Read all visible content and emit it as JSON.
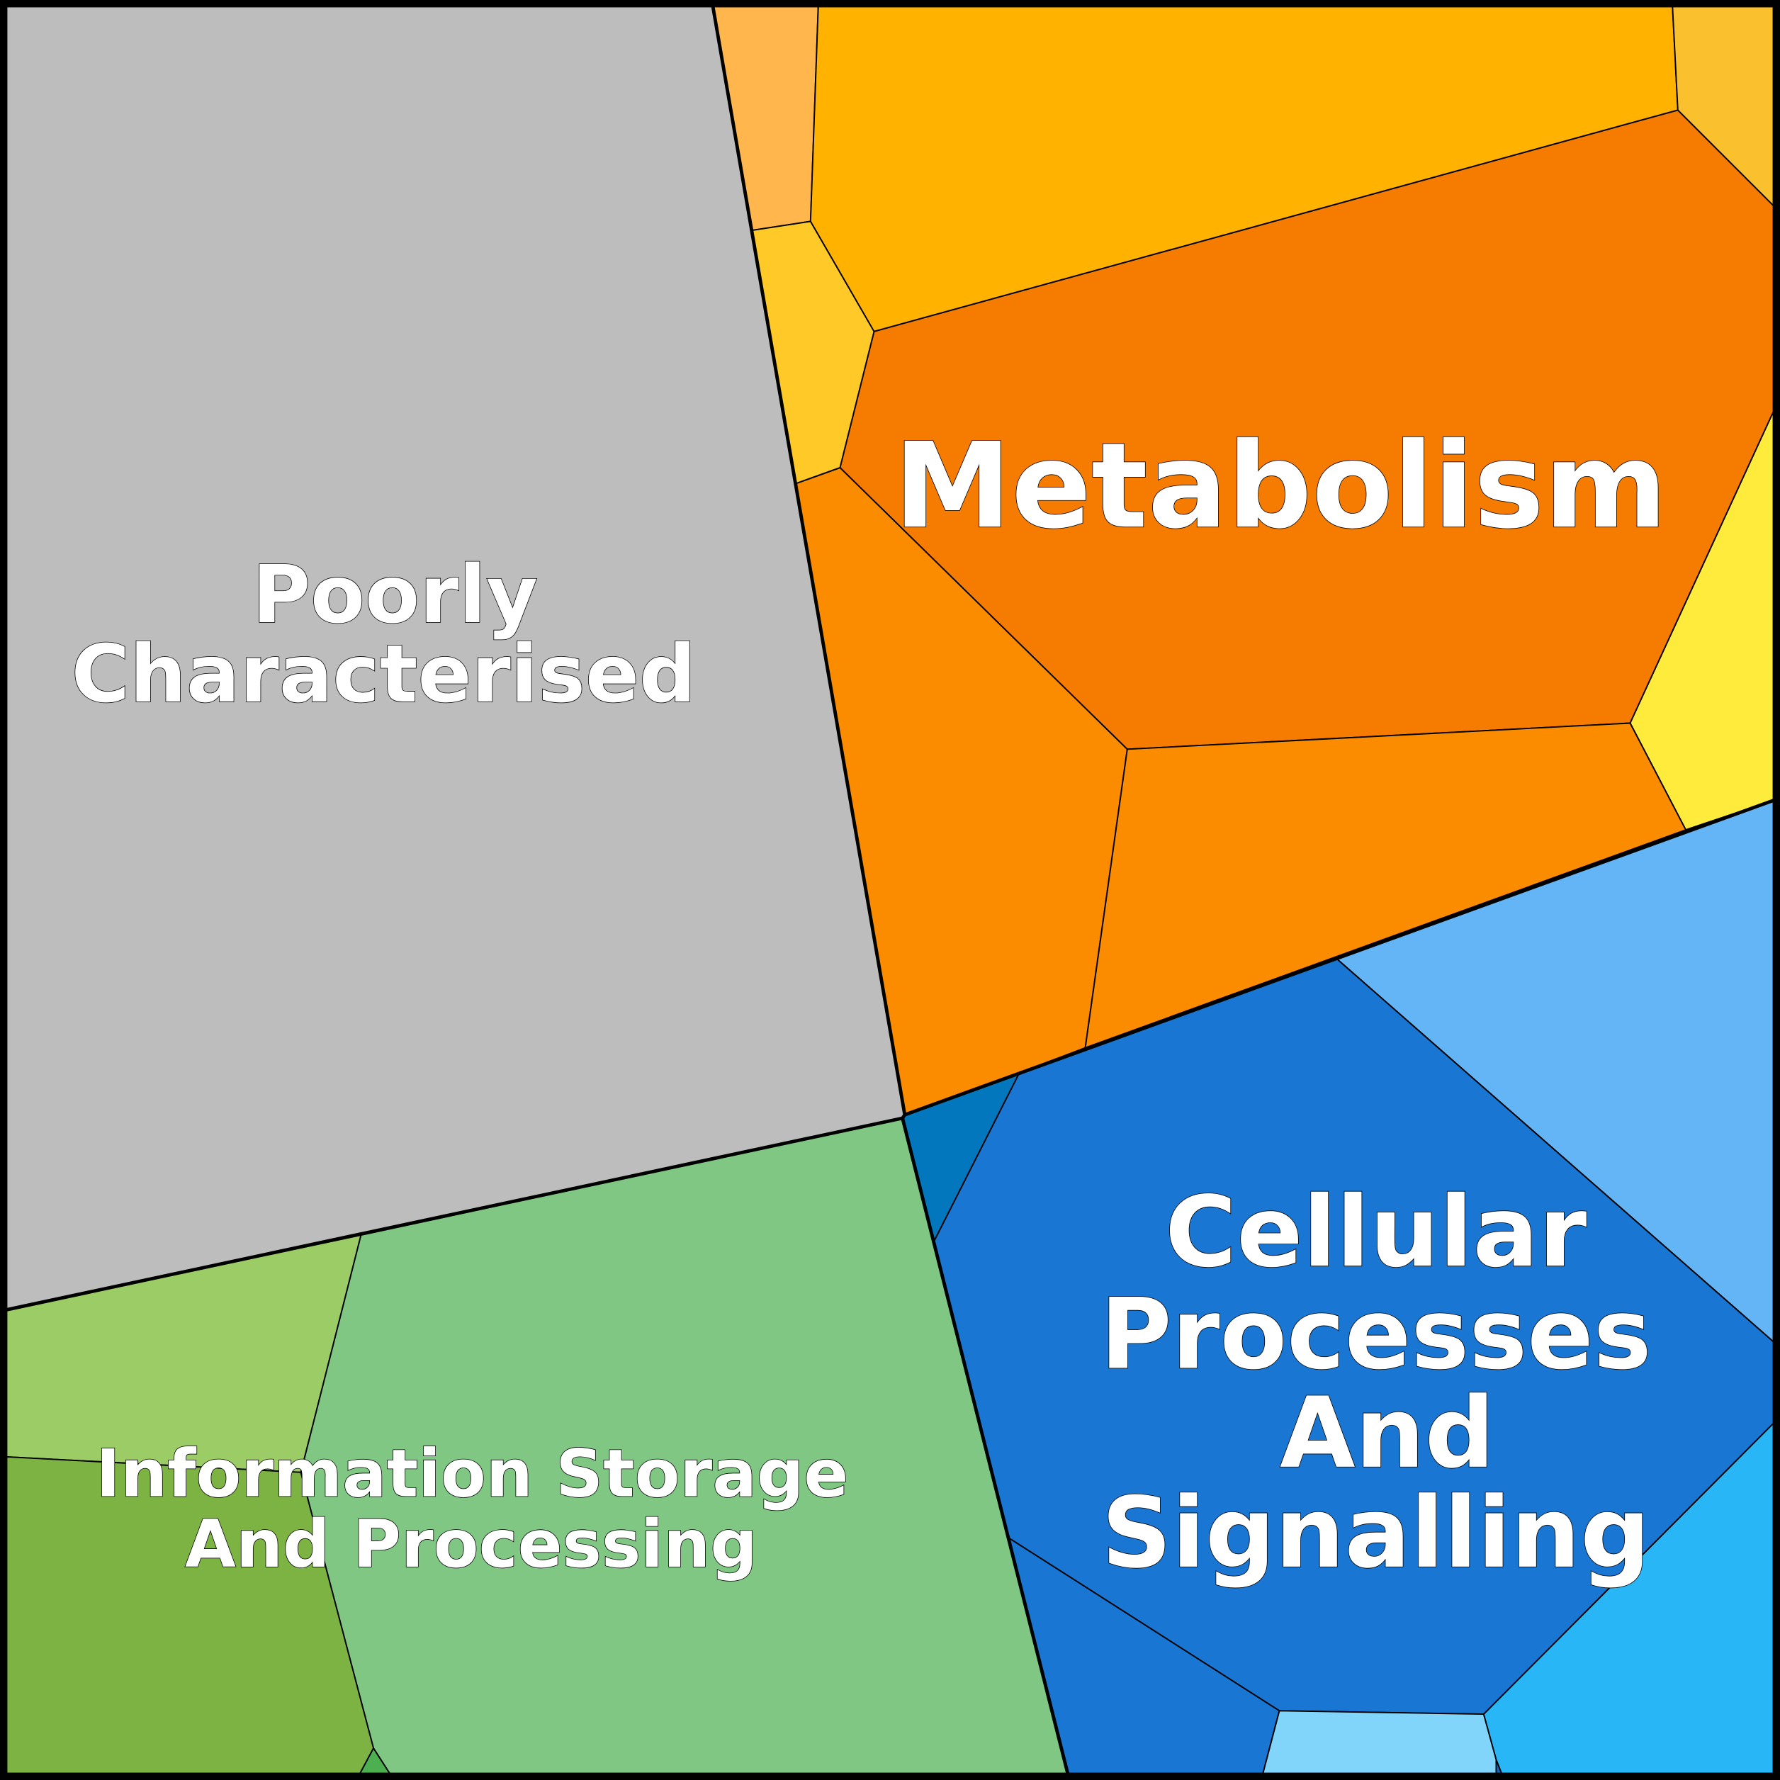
{
  "groups": {
    "poorly": {
      "line1": "Poorly",
      "line2": "Characterised",
      "color": "#BDBDBD"
    },
    "metabolism": {
      "line1": "Metabolism"
    },
    "cellular": {
      "line1": "Cellular",
      "line2": "Processes",
      "line3": "And",
      "line4": "Signalling"
    },
    "information": {
      "line1": "Information Storage",
      "line2": "And Processing"
    }
  }
}
